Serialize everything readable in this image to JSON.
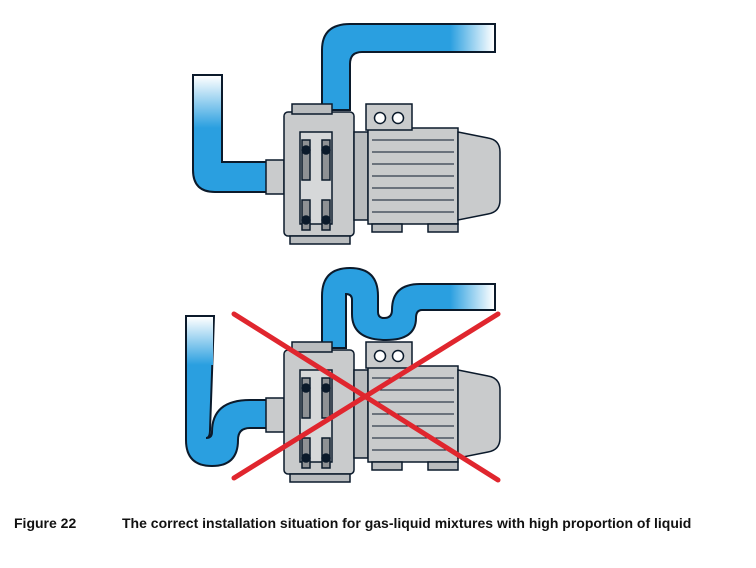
{
  "figure": {
    "label": "Figure 22",
    "caption": "The correct installation situation for gas-liquid mixtures with high proportion of liquid"
  },
  "diagram": {
    "panels": [
      {
        "name": "correct-installation",
        "crossed_out": false
      },
      {
        "name": "incorrect-installation",
        "crossed_out": true
      }
    ]
  },
  "colors": {
    "pipe_blue": "#2a9fe0",
    "pipe_outline": "#0b1a2b",
    "pump_gray": "#c9cbcc",
    "pump_dark": "#8e9194",
    "cross_red": "#e0262e",
    "caption_text": "#111111"
  }
}
